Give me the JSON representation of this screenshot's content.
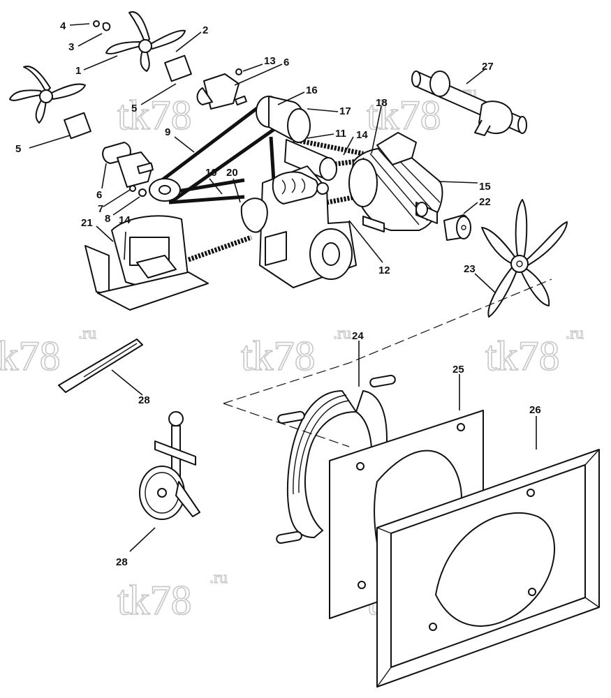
{
  "watermark": {
    "main": "tk78",
    "suffix": ".ru"
  },
  "callouts": [
    {
      "id": "c1",
      "label": "1"
    },
    {
      "id": "c2",
      "label": "2"
    },
    {
      "id": "c3",
      "label": "3"
    },
    {
      "id": "c4",
      "label": "4"
    },
    {
      "id": "c5a",
      "label": "5"
    },
    {
      "id": "c5b",
      "label": "5"
    },
    {
      "id": "c6a",
      "label": "6"
    },
    {
      "id": "c6b",
      "label": "6"
    },
    {
      "id": "c7",
      "label": "7"
    },
    {
      "id": "c8",
      "label": "8"
    },
    {
      "id": "c9",
      "label": "9"
    },
    {
      "id": "c10",
      "label": "10"
    },
    {
      "id": "c11",
      "label": "11"
    },
    {
      "id": "c12",
      "label": "12"
    },
    {
      "id": "c13",
      "label": "13"
    },
    {
      "id": "c14a",
      "label": "14"
    },
    {
      "id": "c14b",
      "label": "14"
    },
    {
      "id": "c15",
      "label": "15"
    },
    {
      "id": "c16",
      "label": "16"
    },
    {
      "id": "c17",
      "label": "17"
    },
    {
      "id": "c18",
      "label": "18"
    },
    {
      "id": "c19",
      "label": "19"
    },
    {
      "id": "c20",
      "label": "20"
    },
    {
      "id": "c21",
      "label": "21"
    },
    {
      "id": "c22",
      "label": "22"
    },
    {
      "id": "c23",
      "label": "23"
    },
    {
      "id": "c24",
      "label": "24"
    },
    {
      "id": "c25",
      "label": "25"
    },
    {
      "id": "c26",
      "label": "26"
    },
    {
      "id": "c27",
      "label": "27"
    },
    {
      "id": "c28",
      "label": "28"
    }
  ]
}
